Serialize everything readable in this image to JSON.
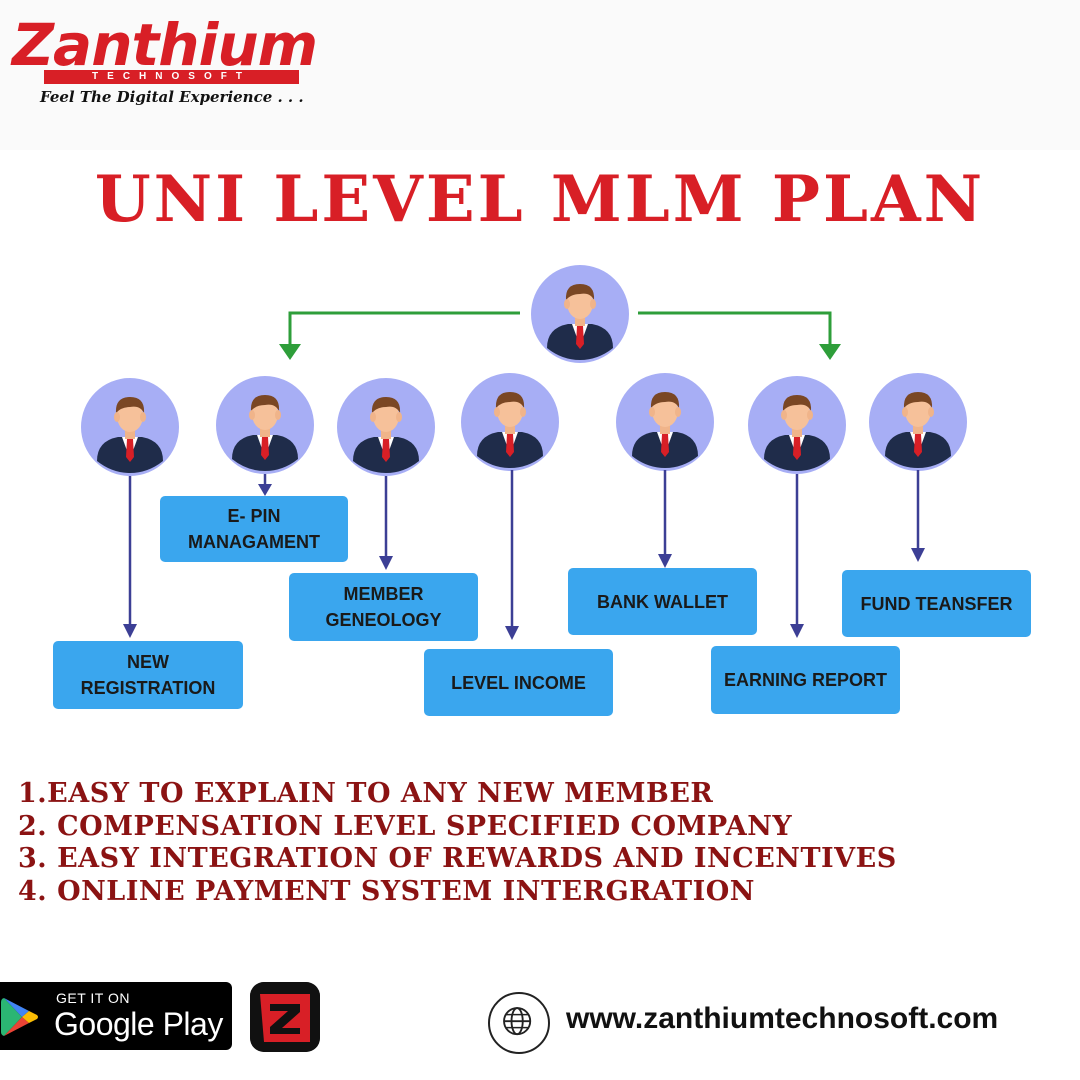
{
  "brand": {
    "name": "Zanthium",
    "sub": "TECHNOSOFT",
    "tagline": "Feel The Digital Experience . . ."
  },
  "title": "UNI LEVEL MLM PLAN",
  "nodes": [
    {
      "label_lines": [
        "NEW",
        "REGISTRATION"
      ]
    },
    {
      "label_lines": [
        "E- PIN",
        "MANAGAMENT"
      ]
    },
    {
      "label_lines": [
        "MEMBER",
        "GENEOLOGY"
      ]
    },
    {
      "label_lines": [
        "LEVEL INCOME"
      ]
    },
    {
      "label_lines": [
        "BANK WALLET"
      ]
    },
    {
      "label_lines": [
        "EARNING REPORT"
      ]
    },
    {
      "label_lines": [
        "FUND TEANSFER"
      ]
    }
  ],
  "benefits": [
    "1.Easy to explain to any new member",
    "2. Compensation level specified company",
    "3. Easy integration of rewards and incentives",
    "4. Online payment system intergration"
  ],
  "footer": {
    "store_small": "GET IT ON",
    "store_name": "Google Play",
    "app_letter": "Z",
    "website": "www.zanthiumtechnosoft.com"
  },
  "colors": {
    "brand_red": "#d81f26",
    "benefit_red": "#8b1313",
    "box_blue": "#3aa6ee",
    "avatar_bg": "#a7aef5",
    "connector_green": "#2e9e3a",
    "arrow_indigo": "#3c3f95"
  },
  "icons": {
    "avatar": "businessman-avatar-icon",
    "store": "google-play-icon",
    "app": "zanthium-app-icon",
    "web": "globe-icon"
  }
}
